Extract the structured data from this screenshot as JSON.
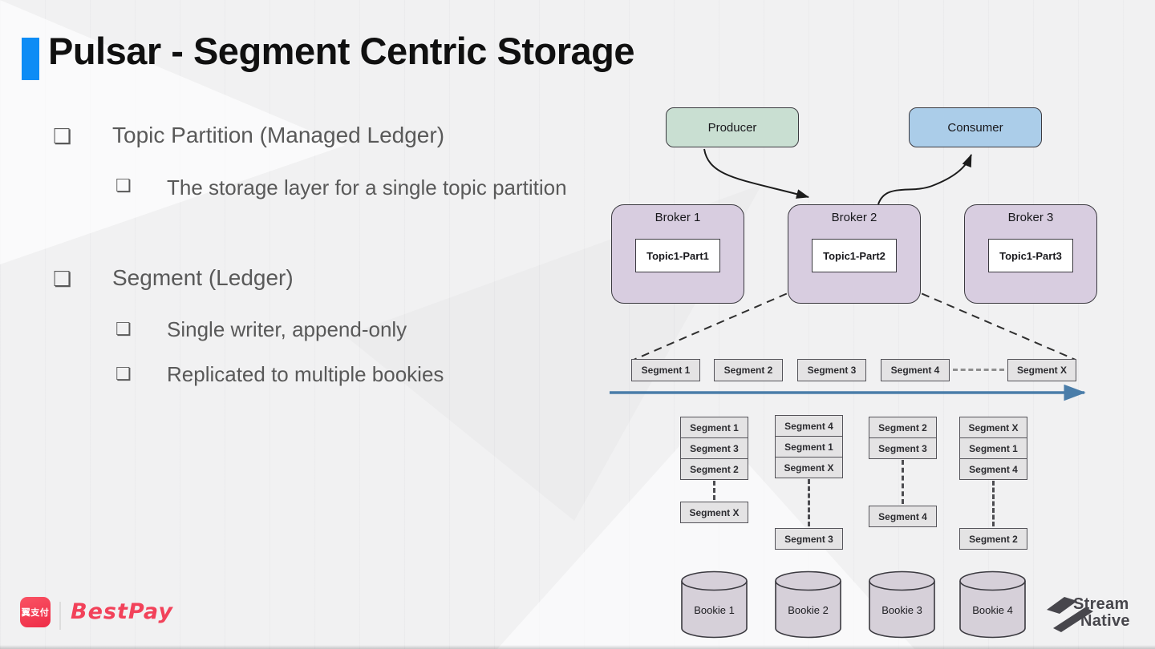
{
  "colors": {
    "accent": "#0d8cf5",
    "producer": "#c9dfd2",
    "consumer": "#abcde9",
    "broker": "#d8cde0",
    "segment": "#e4e3e4",
    "bookie": "#d6d0d9",
    "axis": "#4a7da9",
    "bestpay": "#f2425a",
    "logo_gray": "#47464c",
    "text_gray": "#595959"
  },
  "slide": {
    "title": "Pulsar - Segment Centric Storage"
  },
  "bullets": {
    "glyph": "❏",
    "l1_1": "Topic Partition (Managed Ledger)",
    "l2_1": "The storage layer for a single topic partition",
    "l1_2": "Segment (Ledger)",
    "l2_2": "Single writer, append-only",
    "l2_3": "Replicated to multiple bookies"
  },
  "diagram": {
    "producer": "Producer",
    "consumer": "Consumer",
    "brokers": [
      {
        "name": "Broker 1",
        "topic": "Topic1-Part1"
      },
      {
        "name": "Broker 2",
        "topic": "Topic1-Part2"
      },
      {
        "name": "Broker 3",
        "topic": "Topic1-Part3"
      }
    ],
    "segment_timeline": [
      "Segment 1",
      "Segment 2",
      "Segment 3",
      "Segment 4",
      "Segment X"
    ],
    "bookies": [
      {
        "name": "Bookie 1",
        "stored": [
          "Segment 1",
          "Segment 3",
          "Segment 2"
        ],
        "pending": "Segment X"
      },
      {
        "name": "Bookie 2",
        "stored": [
          "Segment 4",
          "Segment 1",
          "Segment X"
        ],
        "pending": "Segment 3"
      },
      {
        "name": "Bookie 3",
        "stored": [
          "Segment 2",
          "Segment 3"
        ],
        "pending": "Segment 4"
      },
      {
        "name": "Bookie 4",
        "stored": [
          "Segment X",
          "Segment 1",
          "Segment 4"
        ],
        "pending": "Segment 2"
      }
    ]
  },
  "footer": {
    "bestpay_icon": "翼支付",
    "bestpay": "BestPay",
    "stream": "Stream",
    "native": "Native"
  }
}
